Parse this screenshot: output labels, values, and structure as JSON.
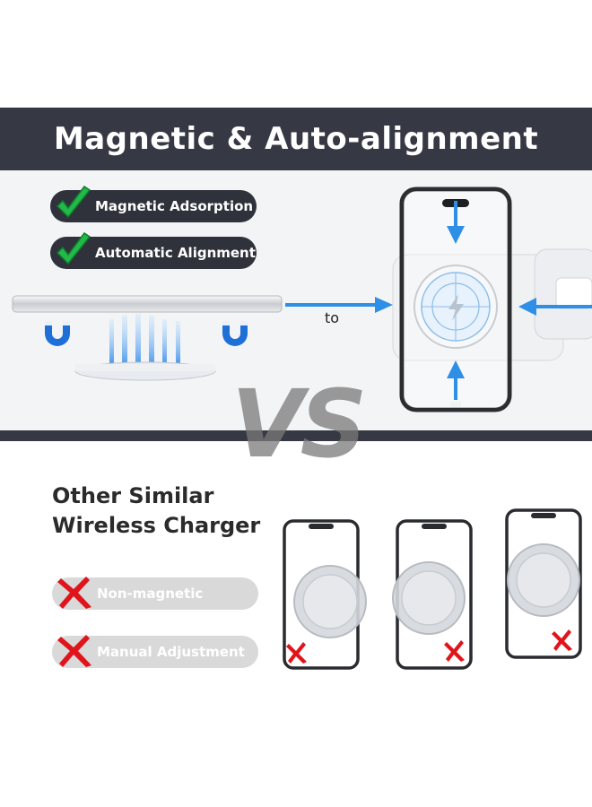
{
  "banner": {
    "title": "Magnetic & Auto-alignment"
  },
  "features": [
    {
      "label": "Magnetic Adsorption",
      "icon": "green-check-icon"
    },
    {
      "label": "Automatic Alignment",
      "icon": "green-check-icon"
    }
  ],
  "transition": {
    "label": "to"
  },
  "comparison": {
    "vs": "VS"
  },
  "other": {
    "title_line1": "Other Similar",
    "title_line2": "Wireless Charger",
    "drawbacks": [
      {
        "label": "Non-magnetic",
        "icon": "red-x-icon"
      },
      {
        "label": "Manual Adjustment",
        "icon": "red-x-icon"
      }
    ]
  },
  "colors": {
    "banner_bg": "#363844",
    "check_green": "#22b84a",
    "cross_red": "#e0151b",
    "arrow_blue": "#2f8fe6",
    "magnet_blue": "#1e6fd6"
  }
}
